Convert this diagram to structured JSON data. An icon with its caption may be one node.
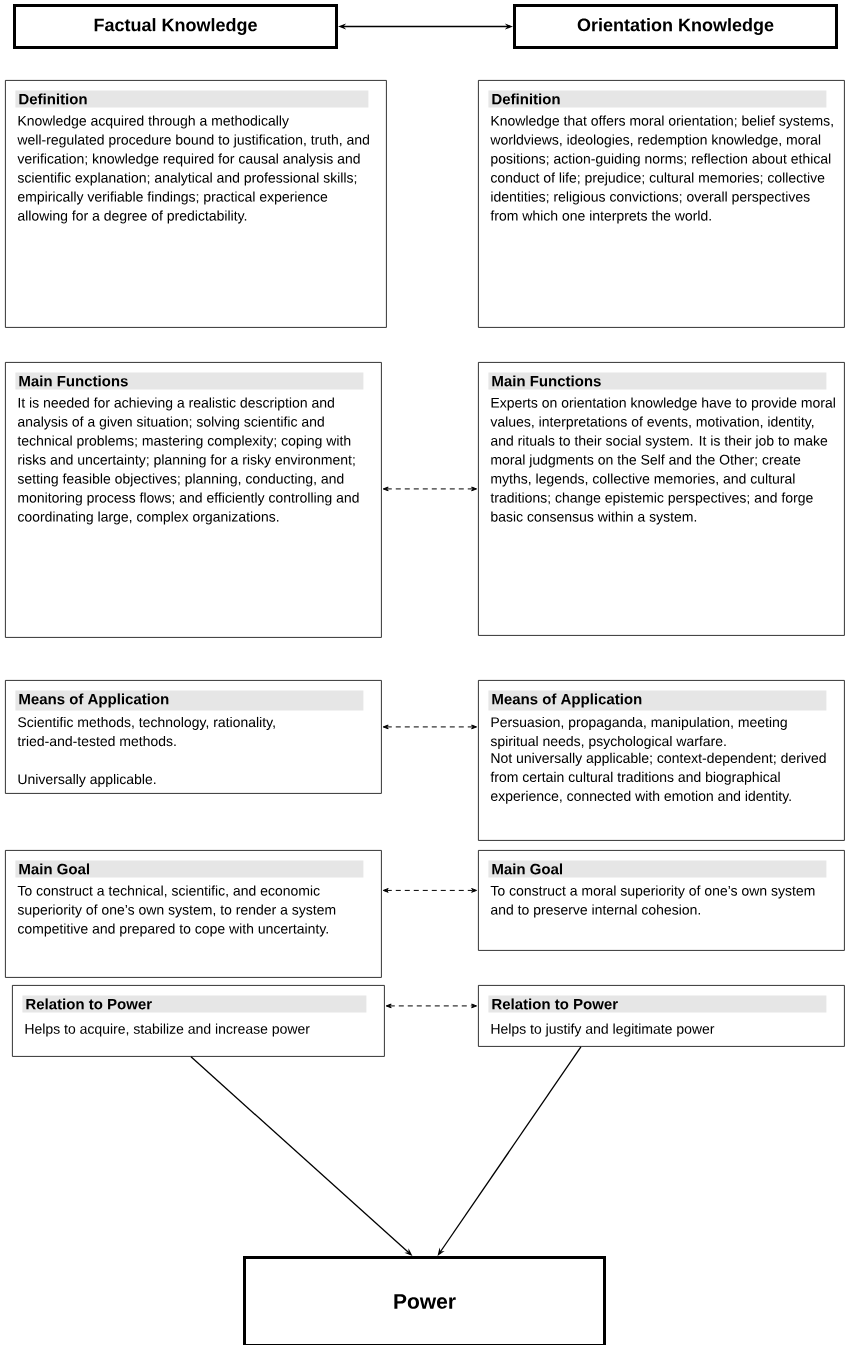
{
  "diagram": {
    "nodes": [
      {
        "text": [
          "Factual Knowledge"
        ]
      },
      {
        "text": [
          "Orientation Knowledge"
        ]
      },
      {
        "text": [
          "Definition",
          "Knowledge acquired through a methodically well-regulated procedure bound to justification, truth, and verification; knowledge required for causal analysis and scientific explanation; analytical and professional skills; empirically verifiable findings; practical experience allowing for a degree of predictability."
        ]
      },
      {
        "text": [
          "Definition",
          "Knowledge that offers moral orientation; belief systems, worldviews, ideologies, redemption knowledge, moral positions; action-guiding norms; reflection about ethical conduct of life; prejudice; cultural memories; collective identities; religious convictions; overall perspectives from which one interprets the world."
        ]
      },
      {
        "text": [
          "Main Functions",
          "It is needed for achieving a realistic description and analysis of a given situation; solving scientific and technical problems; mastering complexity; coping with risks and uncertainty; planning for a risky environment; setting feasible objectives; planning, conducting, and monitoring process flows; and efficiently controlling and coordinating large, complex organizations."
        ]
      },
      {
        "text": [
          "Main Functions",
          "Experts on orientation knowledge have to provide moral values, interpretations of events, motivation, identity, and rituals to their social system. It is their job to make moral judgments on the Self and the Other; create myths, legends, collective memories, and cultural traditions; change epistemic perspectives; and forge basic consensus within a system."
        ]
      },
      {
        "text": [
          "Means of Application",
          "Scientific methods, technology, rationality, tried-and-tested methods.",
          "Universally applicable."
        ]
      },
      {
        "text": [
          "Means of Application",
          "Persuasion, propaganda, manipulation, meeting spiritual needs, psychological warfare.",
          "Not universally applicable; context-dependent; derived from certain cultural traditions and biographical experience, connected with emotion and identity."
        ]
      },
      {
        "text": [
          "Main Goal",
          "To construct a technical, scientific, and economic superiority of one’s own system, to render a system competitive and prepared to cope with uncertainty."
        ]
      },
      {
        "text": [
          "Main Goal",
          "To construct a moral superiority of one’s own system and to preserve internal cohesion."
        ]
      },
      {
        "text": [
          "Relation to Power",
          "Helps to acquire, stabilize and increase power"
        ]
      },
      {
        "text": [
          "Relation to Power",
          "Helps to justify and legitimate power"
        ]
      },
      {
        "text": [
          "Power"
        ]
      }
    ],
    "edges": [
      {
        "from": 0,
        "to": 1,
        "arrow": "both"
      },
      {
        "from": 4,
        "to": 5,
        "arrow": "both",
        "style": "dashed"
      },
      {
        "from": 6,
        "to": 7,
        "arrow": "both",
        "style": "dashed"
      },
      {
        "from": 8,
        "to": 9,
        "arrow": "both",
        "style": "dashed"
      },
      {
        "from": 10,
        "to": 11,
        "arrow": "both",
        "style": "dashed"
      },
      {
        "from": 10,
        "to": 12,
        "arrow": "to"
      },
      {
        "from": 11,
        "to": 12,
        "arrow": "to"
      }
    ]
  }
}
